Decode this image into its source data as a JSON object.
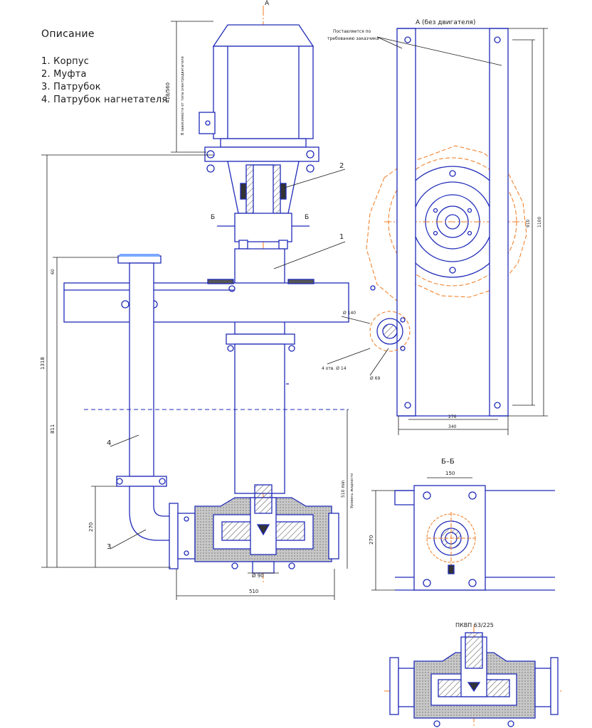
{
  "legend": {
    "title": "Описание",
    "items": [
      "1. Корпус",
      "2. Муфта",
      "3. Патрубок",
      "4. Патрубок нагнетателя"
    ]
  },
  "views": {
    "top_arrow": "А",
    "view_a_title": "А (без двигателя)",
    "section_title": "Б–Б",
    "detail_title": "ПКВП 63/225",
    "section_mark_left": "Б",
    "section_mark_right": "Б"
  },
  "notes": {
    "supply": "Поставляется по",
    "supply2": "требованию заказчика",
    "motor_dim": "В зависимости от типа электродвигателя",
    "holes": "4 отв. Ø 14",
    "fluid_level": "Уровень жидкости"
  },
  "dimensions": {
    "motor_height": "418/560",
    "total_height": "1318",
    "submerged": "811",
    "inlet_height": "270",
    "flange_offset": "60",
    "base_width": "510",
    "inlet_dia": "Ø 90",
    "outlet_dia": "Ø 140",
    "outlet_flange": "Ø 69",
    "level_min": "510 min",
    "frame_inner": "276",
    "frame_outer": "340",
    "frame_height": "1100",
    "frame_height_inner": "910",
    "section_width": "150",
    "section_height": "270"
  },
  "callouts": [
    "1",
    "2",
    "3",
    "4"
  ],
  "colors": {
    "line": "#1f2bb8",
    "center": "#f07a1e",
    "hatch": "#555555",
    "text": "#1a1a1a"
  }
}
